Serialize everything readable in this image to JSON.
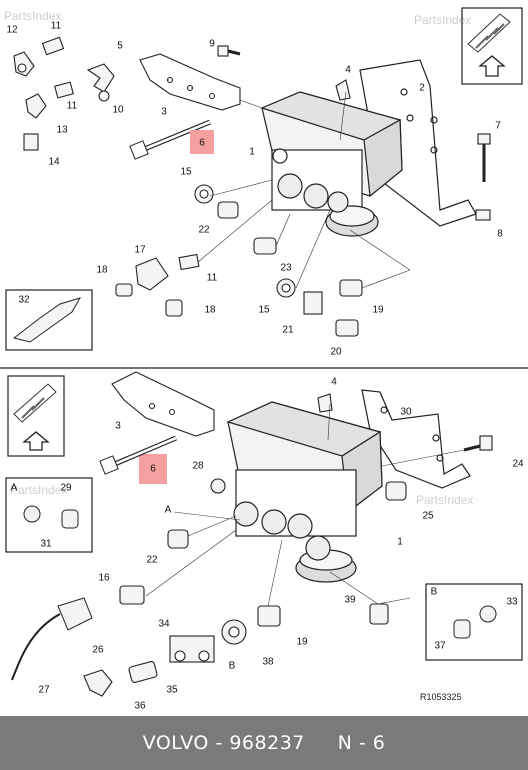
{
  "watermarks": [
    "PartsIndex",
    "PartsIndex",
    "PartsIndex",
    "PartsIndex"
  ],
  "reference_code": "R1053325",
  "callouts_top": [
    "12",
    "11",
    "5",
    "9",
    "4",
    "2",
    "11",
    "10",
    "3",
    "1",
    "7",
    "13",
    "14",
    "6",
    "15",
    "22",
    "8",
    "17",
    "11",
    "18",
    "23",
    "32",
    "18",
    "15",
    "19",
    "21",
    "20"
  ],
  "callouts_bottom": [
    "4",
    "30",
    "3",
    "24",
    "6",
    "28",
    "A",
    "29",
    "25",
    "22",
    "31",
    "1",
    "16",
    "39",
    "34",
    "33",
    "19",
    "26",
    "37",
    "38",
    "B",
    "35",
    "27",
    "36"
  ],
  "inset_letters": [
    "A",
    "B"
  ],
  "footer": {
    "brand": "VOLVO",
    "part_number": "968237",
    "page": "N - 6"
  },
  "colors": {
    "highlight": "#f4a0a0",
    "footer_bg": "#7a7a7a"
  }
}
